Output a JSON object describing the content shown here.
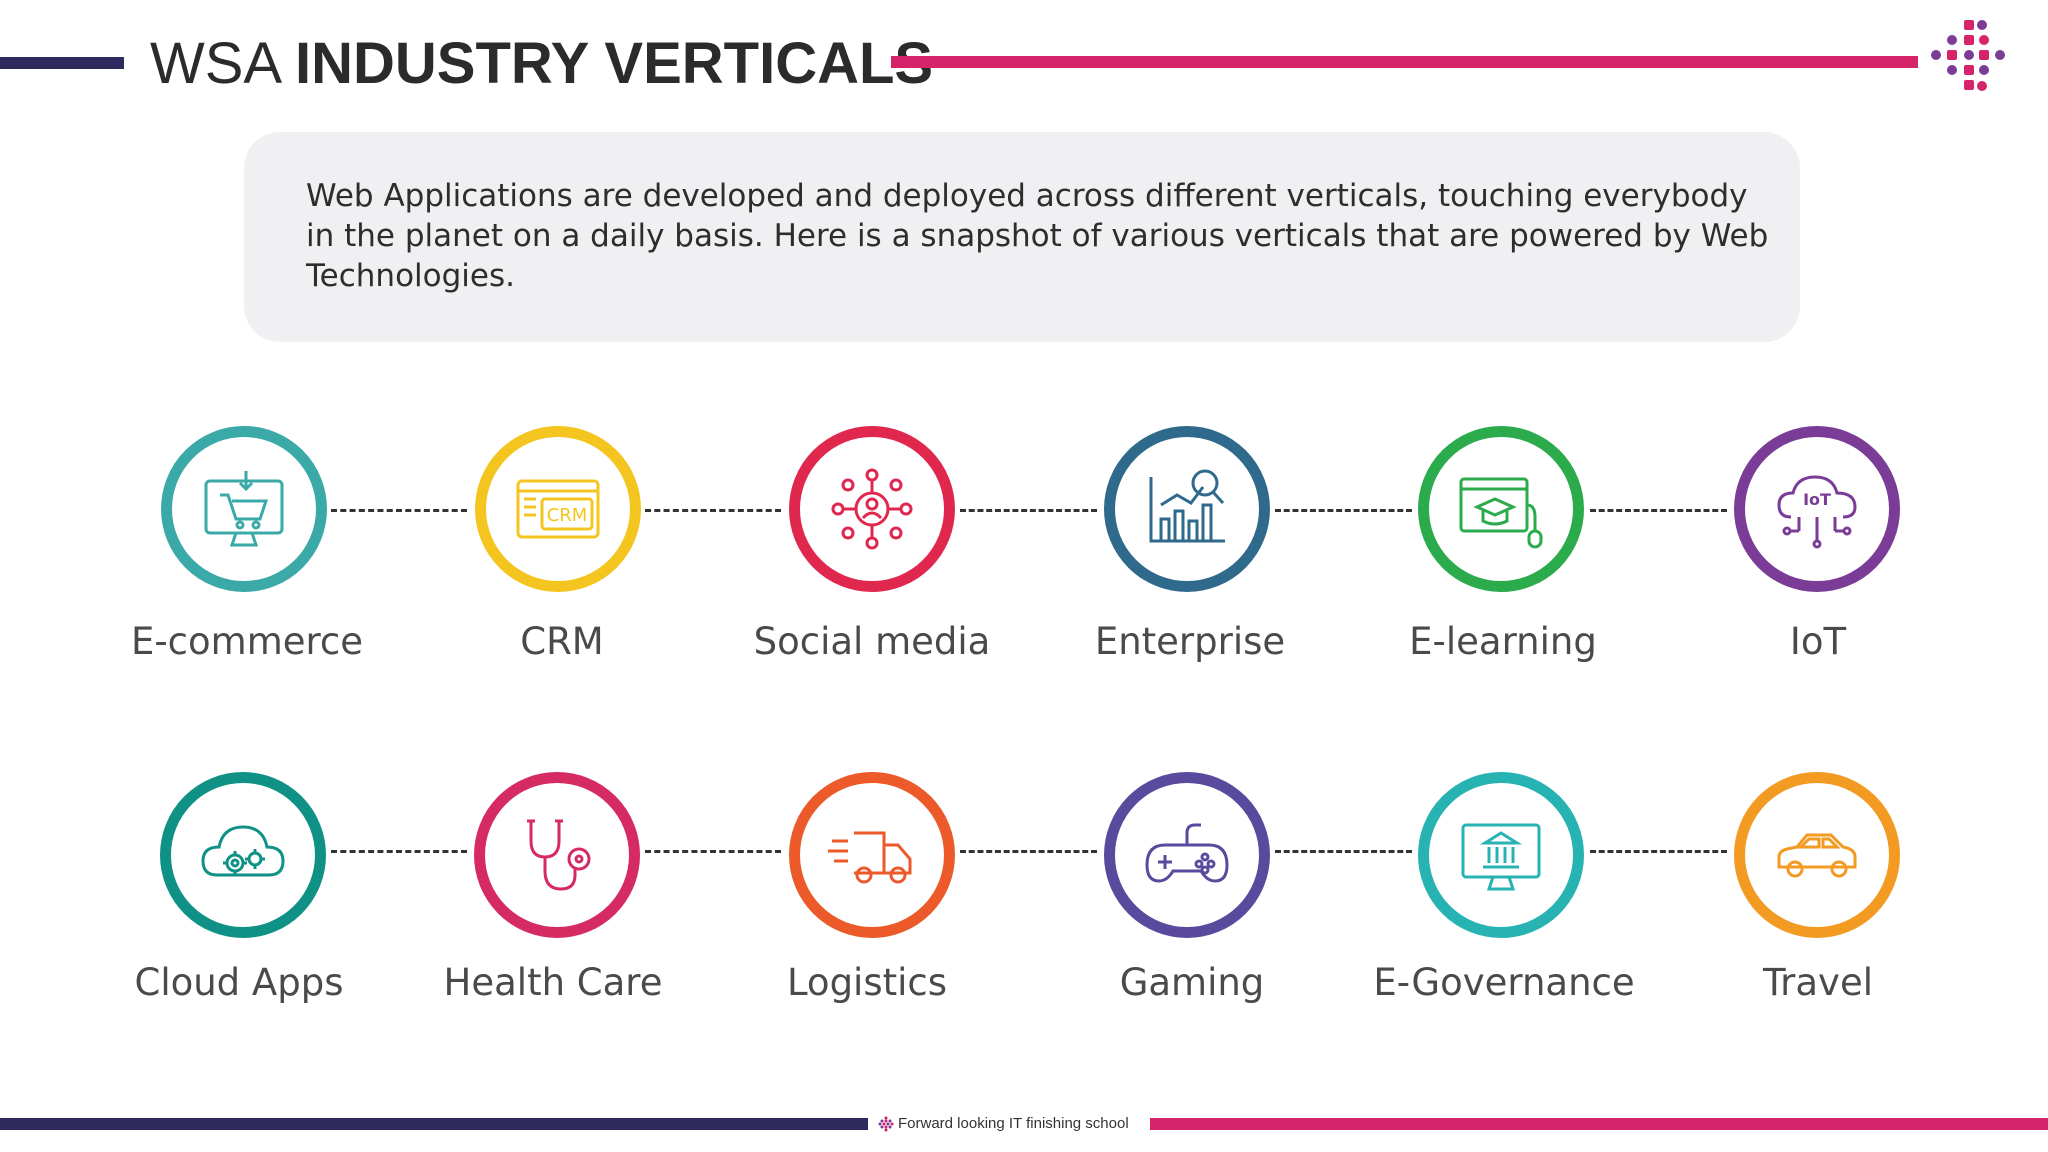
{
  "header": {
    "title_light": "WSA ",
    "title_bold": "INDUSTRY VERTICALS"
  },
  "intro": {
    "text": "Web Applications are developed and deployed across different verticals, touching everybody in the planet on a daily basis. Here is a snapshot of various verticals that are powered by Web Technologies."
  },
  "verticals_row1": [
    {
      "label": "E-commerce",
      "icon": "shopping-cart-monitor-icon",
      "color": "#3aa9a8"
    },
    {
      "label": "CRM",
      "icon": "crm-window-icon",
      "color": "#f4c51e"
    },
    {
      "label": "Social media",
      "icon": "social-network-icon",
      "color": "#e0284f"
    },
    {
      "label": "Enterprise",
      "icon": "analytics-chart-icon",
      "color": "#2f6a8c"
    },
    {
      "label": "E-learning",
      "icon": "graduation-browser-icon",
      "color": "#2bab4b"
    },
    {
      "label": "IoT",
      "icon": "iot-cloud-icon",
      "color": "#7a3c97"
    }
  ],
  "verticals_row2": [
    {
      "label": "Cloud Apps",
      "icon": "cloud-gears-icon",
      "color": "#0f9285"
    },
    {
      "label": "Health Care",
      "icon": "stethoscope-icon",
      "color": "#d62a63"
    },
    {
      "label": "Logistics",
      "icon": "delivery-truck-icon",
      "color": "#ec5a2a"
    },
    {
      "label": "Gaming",
      "icon": "game-controller-icon",
      "color": "#5a4a9e"
    },
    {
      "label": "E-Governance",
      "icon": "government-monitor-icon",
      "color": "#28b3b3"
    },
    {
      "label": "Travel",
      "icon": "car-icon",
      "color": "#f29a21"
    }
  ],
  "footer": {
    "tagline": "Forward looking IT finishing school"
  },
  "colors": {
    "navy": "#2e2a5e",
    "magenta": "#d6246a"
  }
}
